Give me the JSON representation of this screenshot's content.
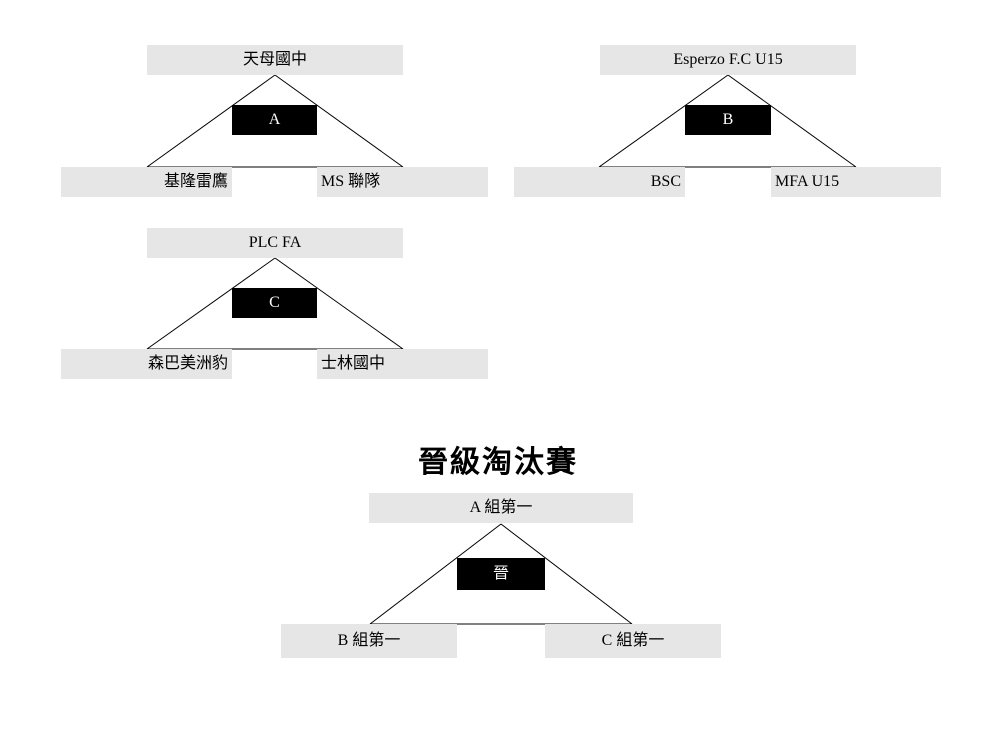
{
  "groups": {
    "a": {
      "top": "天母國中",
      "label": "A",
      "bottom_left": "基隆雷鷹",
      "bottom_right": "MS 聯隊"
    },
    "b": {
      "top": "Esperzo F.C U15",
      "label": "B",
      "bottom_left": "BSC",
      "bottom_right": "MFA U15"
    },
    "c": {
      "top": "PLC FA",
      "label": "C",
      "bottom_left": "森巴美洲豹",
      "bottom_right": "士林國中"
    }
  },
  "knockout": {
    "title": "晉級淘汰賽",
    "top": "A 組第一",
    "label": "晉",
    "bottom_left": "B 組第一",
    "bottom_right": "C 組第一"
  }
}
